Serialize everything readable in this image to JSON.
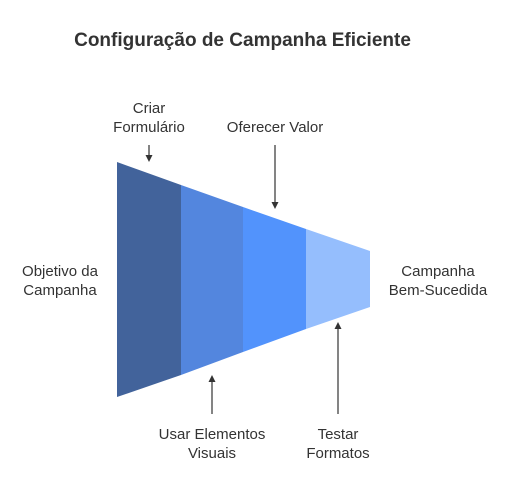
{
  "title": "Configuração de Campanha Eficiente",
  "stages": [
    {
      "label_lines": [
        "Criar",
        "Formulário"
      ],
      "color": "#42639B"
    },
    {
      "label_lines": [
        "Oferecer Valor"
      ],
      "color": "#5386DE"
    },
    {
      "label_lines": [
        "Usar Elementos",
        "Visuais"
      ],
      "color": "#5293FC"
    },
    {
      "label_lines": [
        "Testar",
        "Formatos"
      ],
      "color": "#95BEFD"
    }
  ],
  "start_label": [
    "Objetivo da",
    "Campanha"
  ],
  "end_label": [
    "Campanha",
    "Bem-Sucedida"
  ],
  "colors": {
    "text": "#333333",
    "arrow": "#333333",
    "background": "#ffffff"
  }
}
